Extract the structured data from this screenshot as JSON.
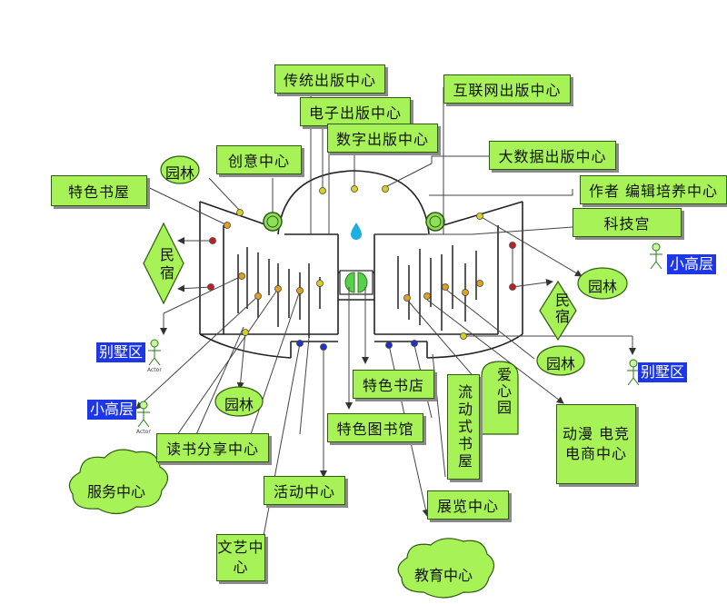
{
  "boxes": {
    "traditional_publishing": "传统出版中心",
    "electronic_publishing": "电子出版中心",
    "digital_publishing": "数字出版中心",
    "internet_publishing": "互联网出版中心",
    "creative_center": "创意中心",
    "big_data_publishing": "大数据出版中心",
    "author_editor_training": "作者 编辑培养中心",
    "sci_tech_palace": "科技宫",
    "special_bookhouse": "特色书屋",
    "special_bookstore": "特色书店",
    "special_library": "特色图书馆",
    "mobile_bookhouse": "流动式书屋",
    "love_garden": "爱心园",
    "anime_esports": "动漫 电竞电商中心",
    "reading_share": "读书分享中心",
    "activity_center": "活动中心",
    "exhibition_center": "展览中心",
    "literature_art": "文艺中心"
  },
  "shapes": {
    "garden_top_left": "园林",
    "garden_right": "园林",
    "garden_bottom_right": "园林",
    "garden_bottom_left": "园林",
    "homestay_left": "民宿",
    "homestay_right": "民宿"
  },
  "clouds": {
    "service_center": "服务中心",
    "education_center": "教育中心"
  },
  "zones": {
    "high_rise_right": "小高层",
    "villa_left": "别墅区",
    "high_rise_left": "小高层",
    "villa_right": "别墅区"
  },
  "actors": {
    "actor_left_label": "Actor",
    "actor_left2_label": "Actor"
  }
}
